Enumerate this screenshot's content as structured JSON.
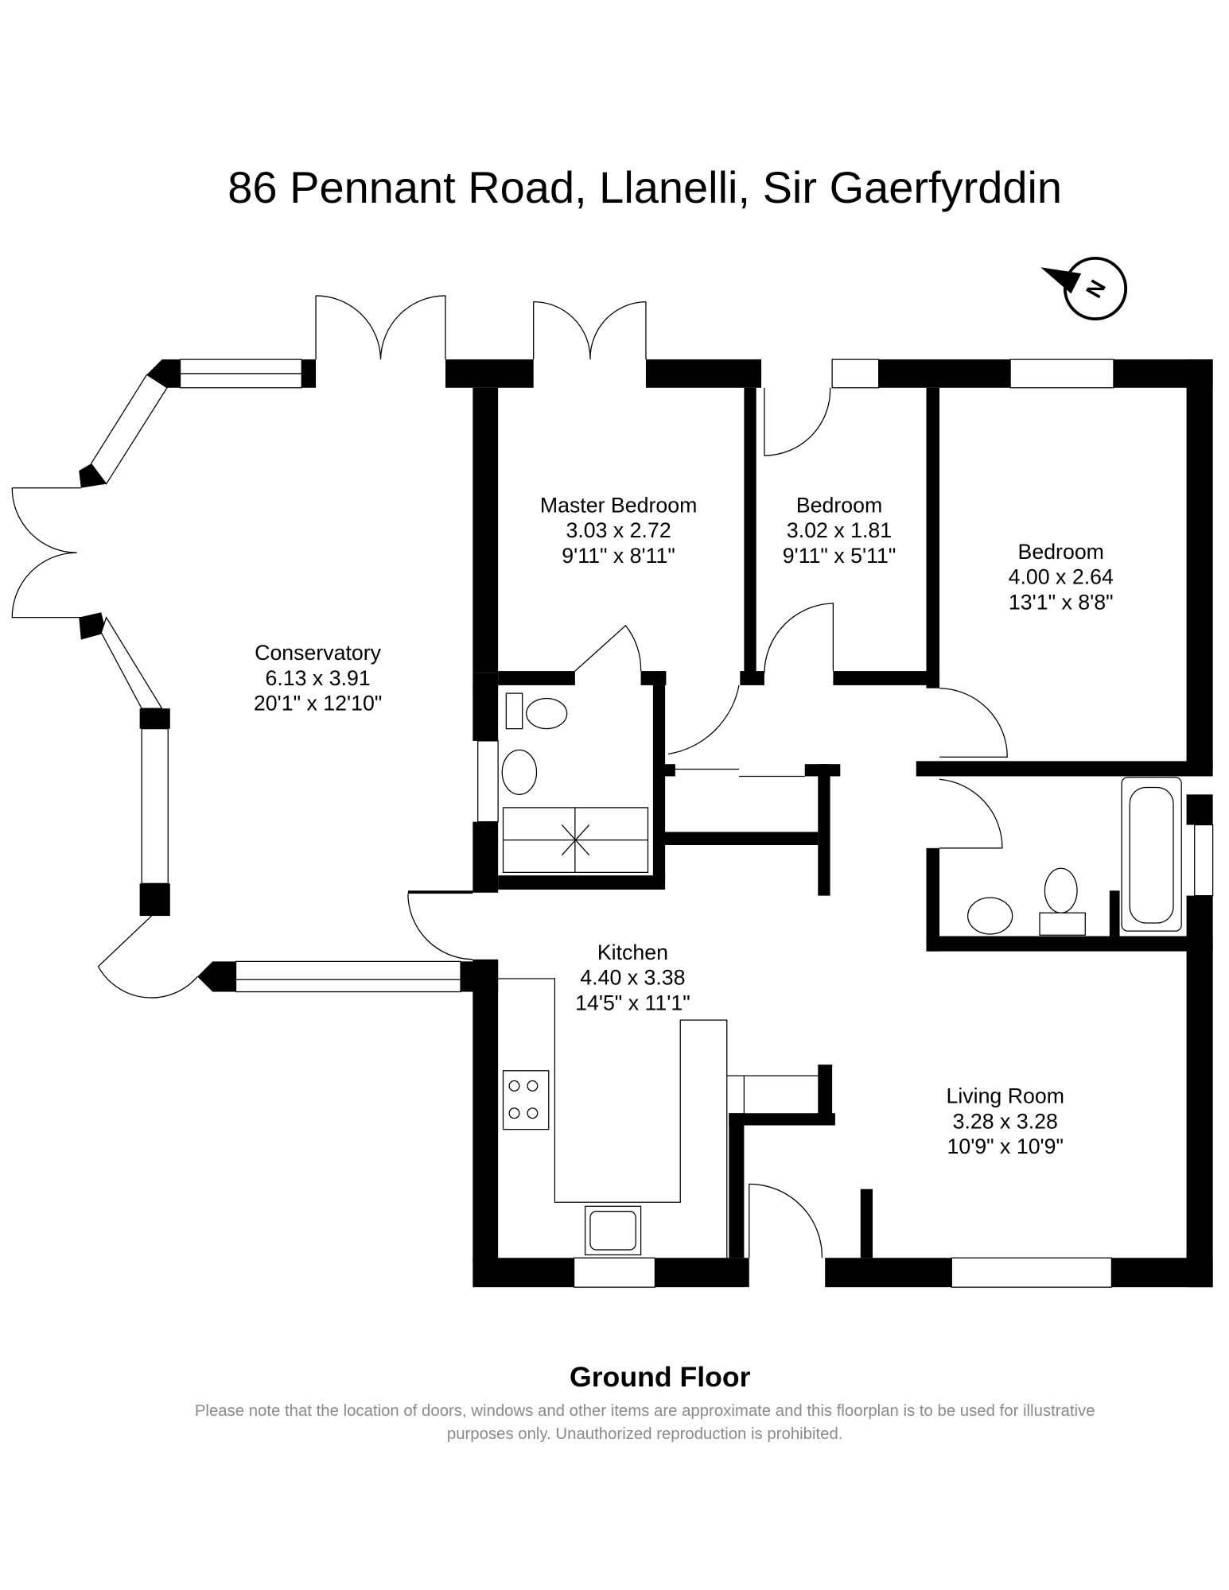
{
  "title": "86 Pennant Road, Llanelli, Sir Gaerfyrddin",
  "compass_label": "N",
  "rooms": [
    {
      "name": "Master Bedroom",
      "metric": "3.03 x 2.72",
      "imperial": "9'11\" x 8'11\""
    },
    {
      "name": "Bedroom",
      "metric": "3.02 x 1.81",
      "imperial": "9'11\" x 5'11\""
    },
    {
      "name": "Bedroom",
      "metric": "4.00 x 2.64",
      "imperial": "13'1\" x 8'8\""
    },
    {
      "name": "Conservatory",
      "metric": "6.13 x 3.91",
      "imperial": "20'1\" x 12'10\""
    },
    {
      "name": "Kitchen",
      "metric": "4.40 x 3.38",
      "imperial": "14'5\" x 11'1\""
    },
    {
      "name": "Living Room",
      "metric": "3.28 x 3.28",
      "imperial": "10'9\" x 10'9\""
    }
  ],
  "floor_label": "Ground Floor",
  "disclaimer": {
    "line1": "Please note that the location of doors, windows and other items are approximate and this floorplan is to be used for illustrative",
    "line2": "purposes only. Unauthorized reproduction is prohibited."
  }
}
